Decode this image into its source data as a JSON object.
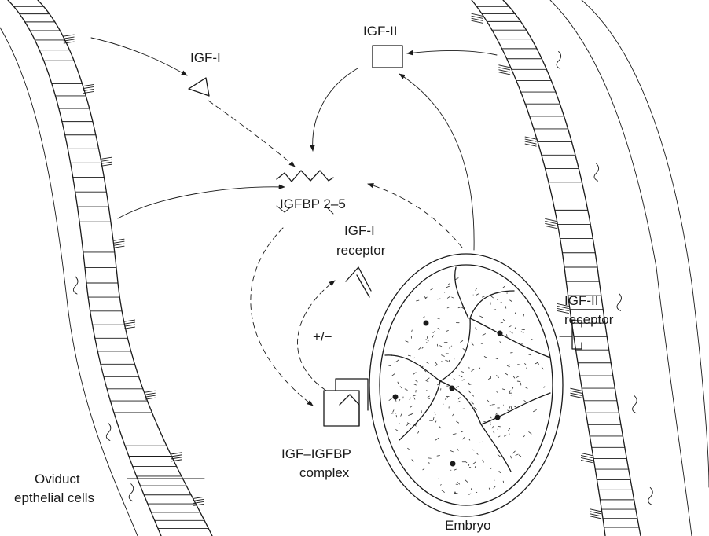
{
  "labels": {
    "igf1": "IGF-I",
    "igf2": "IGF-II",
    "igfbp": "IGFBP 2–5",
    "igf1_receptor_line1": "IGF-I",
    "igf1_receptor_line2": "receptor",
    "igf2_receptor_line1": "IGF-II",
    "igf2_receptor_line2": "receptor",
    "plus_minus": "+/−",
    "complex_line1": "IGF–IGFBP",
    "complex_line2": "complex",
    "oviduct_line1": "Oviduct",
    "oviduct_line2": "epthelial cells",
    "embryo": "Embryo"
  }
}
